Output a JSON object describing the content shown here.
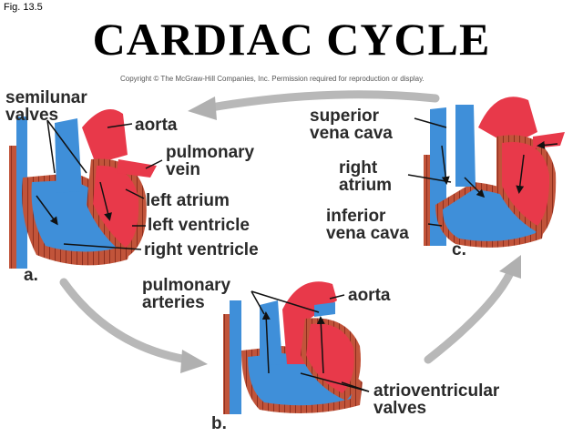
{
  "figure_label": "Fig. 13.5",
  "title": "CARDIAC CYCLE",
  "copyright": "Copyright © The McGraw-Hill Companies, Inc. Permission required for reproduction or display.",
  "panels": [
    "a.",
    "b.",
    "c."
  ],
  "labels_a": {
    "semilunar": [
      "semilunar",
      "valves"
    ],
    "aorta": "aorta",
    "pulmonary_vein": [
      "pulmonary",
      "vein"
    ],
    "left_atrium": "left atrium",
    "left_ventricle": "left ventricle",
    "right_ventricle": "right ventricle"
  },
  "labels_b": {
    "pulmonary_arteries": [
      "pulmonary",
      "arteries"
    ],
    "aorta": "aorta",
    "av_valves": [
      "atrioventricular",
      "valves"
    ]
  },
  "labels_c": {
    "superior_vena_cava": [
      "superior",
      "vena cava"
    ],
    "right_atrium": [
      "right",
      "atrium"
    ],
    "inferior_vena_cava": [
      "inferior",
      "vena cava"
    ]
  },
  "colors": {
    "oxygenated": "#e8394a",
    "deoxygenated": "#3f8fd9",
    "muscle": "#c1543a",
    "arrow": "#b5b5b5"
  }
}
